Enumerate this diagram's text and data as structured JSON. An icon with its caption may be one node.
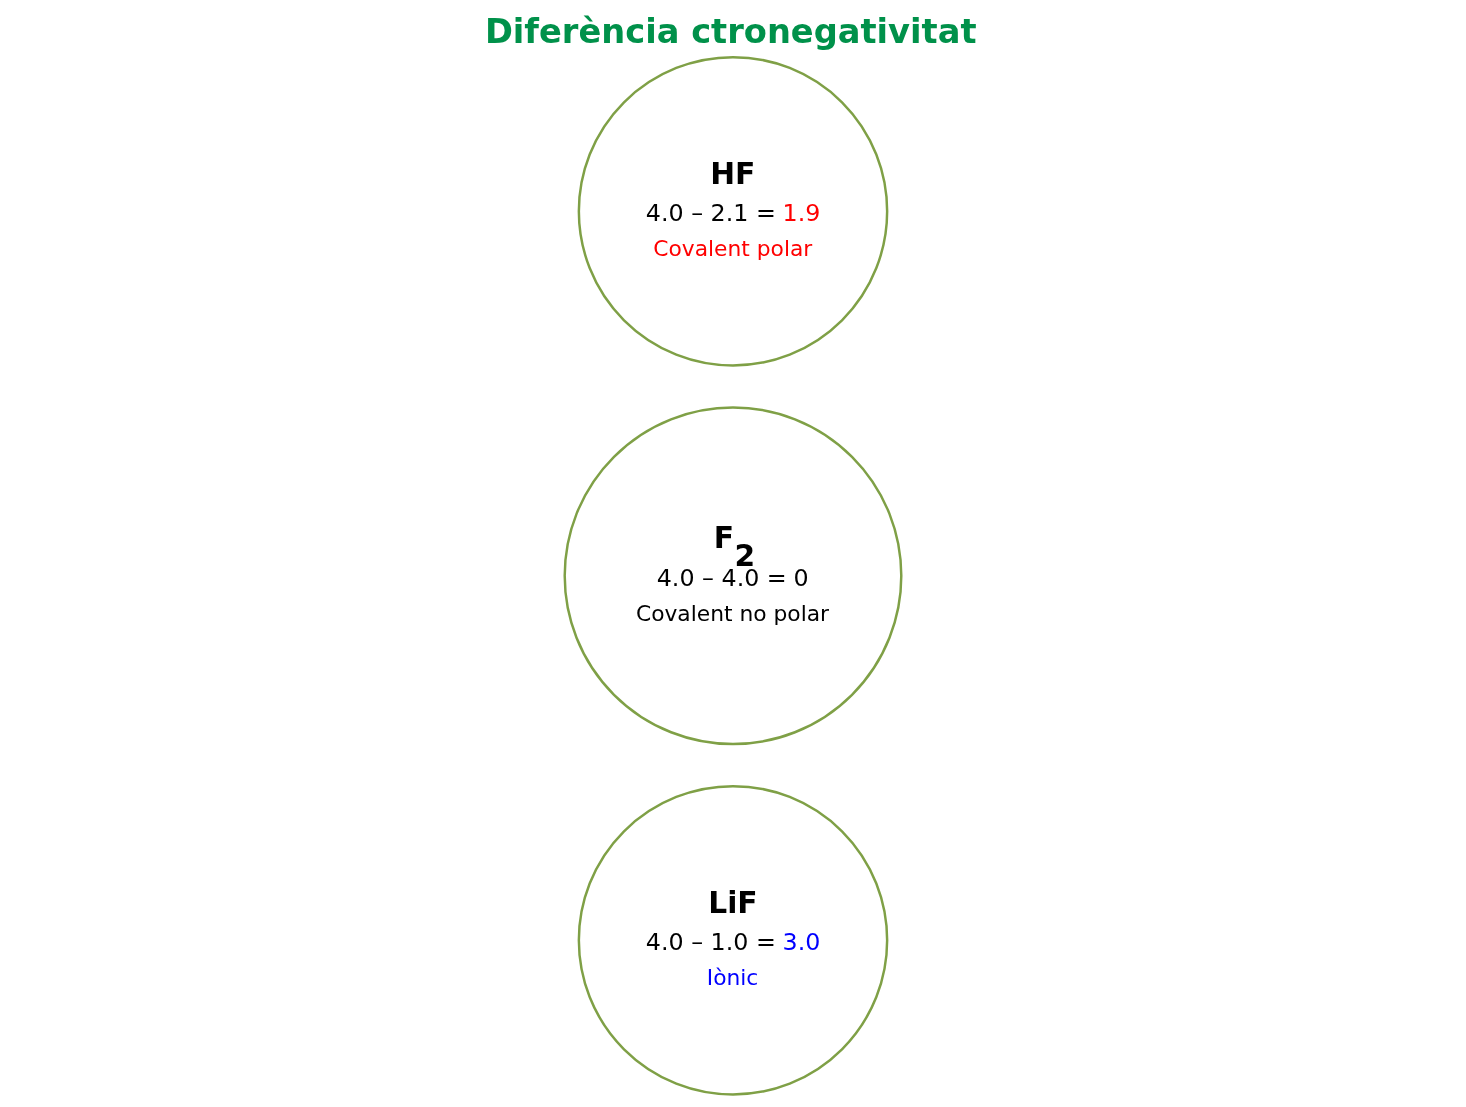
{
  "diagram": {
    "title": "Diferència ctronegativitat",
    "nodes": [
      {
        "text": [
          "LiF",
          "4.0 – 1.0 = 3.0",
          "Iònic"
        ]
      },
      {
        "text": [
          "F$_{2}$",
          "4.0 – 4.0 = 0",
          "Covalent no polar"
        ]
      },
      {
        "text": [
          "HF",
          "4.0 – 2.1 = 1.9",
          "Covalent polar"
        ]
      }
    ],
    "edges": []
  }
}
